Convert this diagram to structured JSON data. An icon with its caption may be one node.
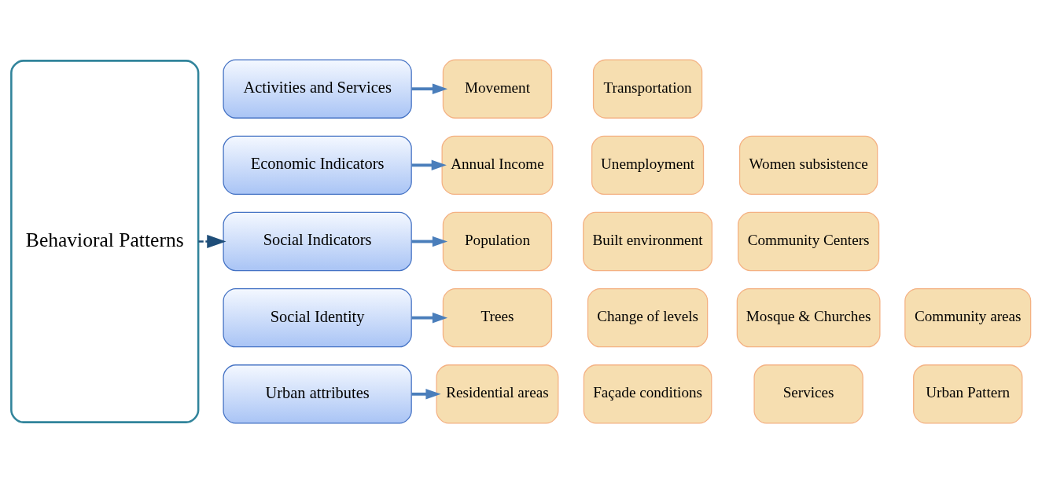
{
  "diagram": {
    "nodes": [
      {
        "text": [
          "Behavioral Patterns"
        ]
      },
      {
        "text": [
          "Activities and Services"
        ]
      },
      {
        "text": [
          "Movement"
        ]
      },
      {
        "text": [
          "Transportation"
        ]
      },
      {
        "text": [
          "Economic Indicators"
        ]
      },
      {
        "text": [
          "Annual Income"
        ]
      },
      {
        "text": [
          "Unemployment"
        ]
      },
      {
        "text": [
          "Women subsistence"
        ]
      },
      {
        "text": [
          "Social Indicators"
        ]
      },
      {
        "text": [
          "Population"
        ]
      },
      {
        "text": [
          "Built environment"
        ]
      },
      {
        "text": [
          "Community Centers"
        ]
      },
      {
        "text": [
          "Social Identity"
        ]
      },
      {
        "text": [
          "Trees"
        ]
      },
      {
        "text": [
          "Change of levels"
        ]
      },
      {
        "text": [
          "Mosque & Churches"
        ]
      },
      {
        "text": [
          "Community areas"
        ]
      },
      {
        "text": [
          "Urban attributes"
        ]
      },
      {
        "text": [
          "Residential areas"
        ]
      },
      {
        "text": [
          "Façade conditions"
        ]
      },
      {
        "text": [
          "Services"
        ]
      },
      {
        "text": [
          "Urban Pattern"
        ]
      }
    ],
    "edges": [
      {
        "from": 0,
        "to": 8,
        "arrow": "to",
        "style": "dashed",
        "color": "#1f4e79"
      },
      {
        "from": 1,
        "to": 2,
        "arrow": "to"
      },
      {
        "from": 4,
        "to": 5,
        "arrow": "to"
      },
      {
        "from": 8,
        "to": 9,
        "arrow": "to"
      },
      {
        "from": 12,
        "to": 13,
        "arrow": "to"
      },
      {
        "from": 17,
        "to": 18,
        "arrow": "to"
      }
    ]
  }
}
